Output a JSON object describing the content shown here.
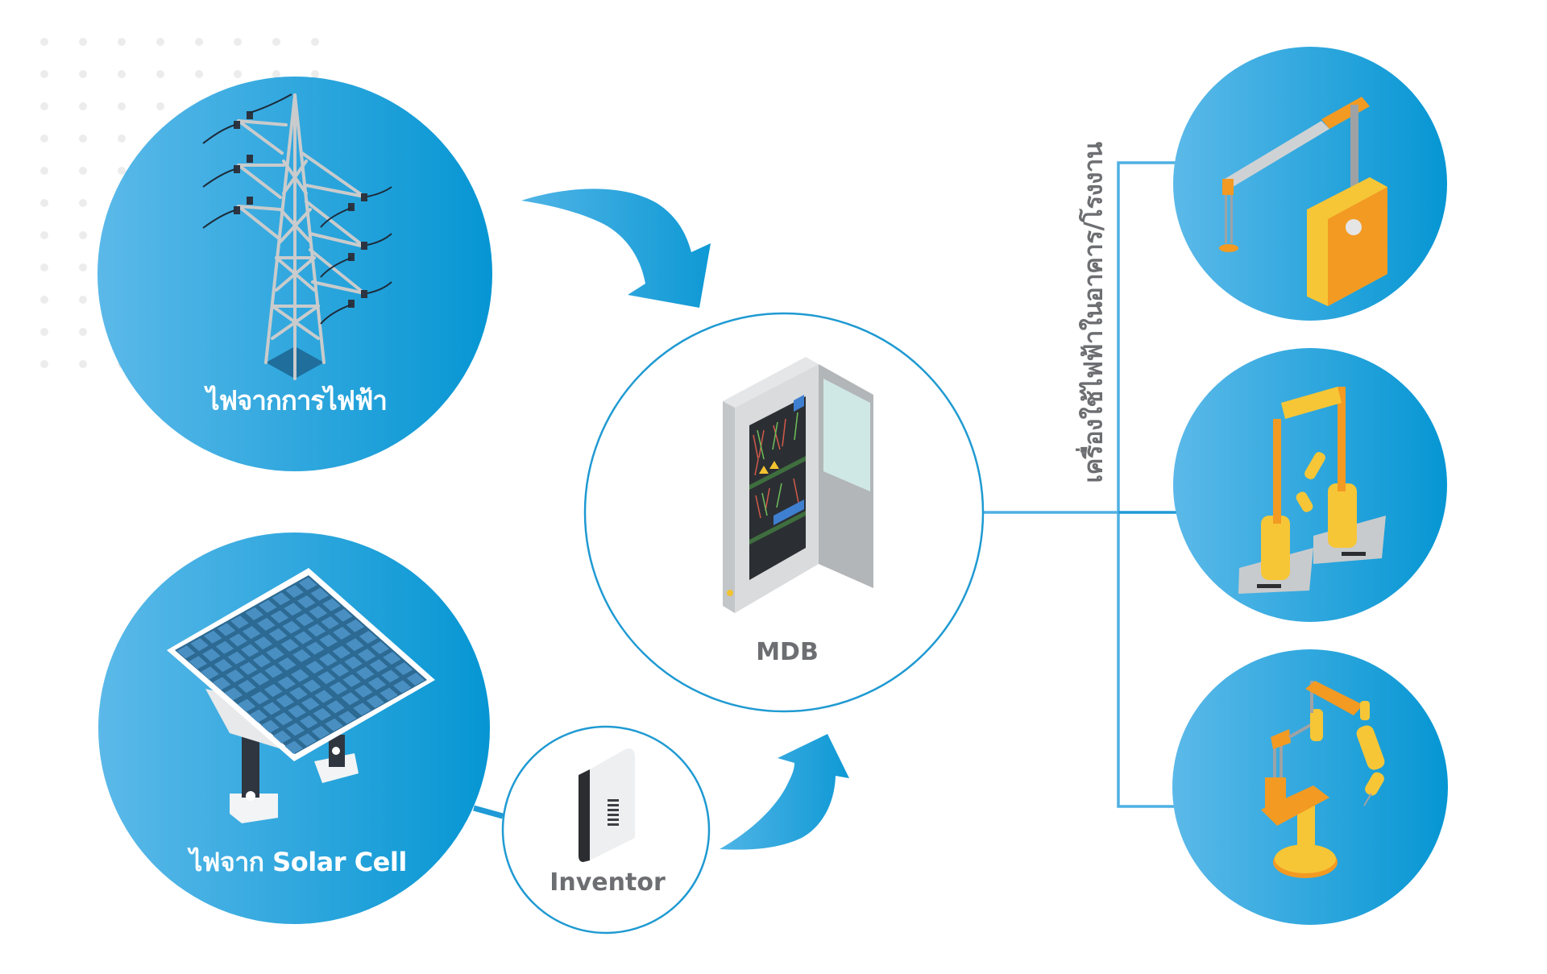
{
  "diagram": {
    "title": "Solar + grid power flow to building loads",
    "nodes": {
      "grid": {
        "label": "ไฟจากการไฟฟ้า",
        "icon": "transmission-tower-icon"
      },
      "solar": {
        "label": "ไฟจาก Solar Cell",
        "icon": "solar-panel-icon"
      },
      "inverter": {
        "label": "Inventor",
        "icon": "inverter-icon"
      },
      "mdb": {
        "label": "MDB",
        "icon": "electrical-cabinet-icon"
      },
      "loads_group": {
        "label": "เครื่องใช้ไฟฟ้าในอาคาร/โรงงาน"
      },
      "loads": [
        {
          "icon": "gantry-robot-arm-icon"
        },
        {
          "icon": "dual-robot-arm-icon"
        },
        {
          "icon": "articulated-robot-arm-icon"
        }
      ]
    },
    "edges": [
      {
        "from": "grid",
        "to": "mdb",
        "style": "curved-arrow"
      },
      {
        "from": "solar",
        "to": "inverter",
        "style": "line"
      },
      {
        "from": "inverter",
        "to": "mdb",
        "style": "curved-arrow"
      },
      {
        "from": "mdb",
        "to": "loads",
        "style": "bus-line"
      }
    ],
    "colors": {
      "node_fill_light": "#58b7e8",
      "node_fill_dark": "#0a97d4",
      "outline": "#1f9ad2",
      "connector": "#4fb0e4",
      "text_gray": "#6d6e71",
      "dot_grid": "#ececec"
    }
  }
}
